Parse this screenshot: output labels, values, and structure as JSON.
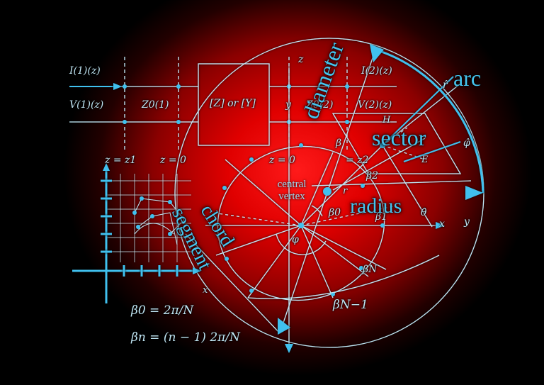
{
  "labels": {
    "arc": "arc",
    "sector": "sector",
    "radius": "radius",
    "diameter": "diameter",
    "chord": "chord",
    "segment": "segment",
    "central": "central",
    "vertex": "vertex"
  },
  "math": {
    "i1": "I(1)(z)",
    "v1": "V(1)(z)",
    "z01": "Z0(1)",
    "zy": "[Z] or [Y]",
    "y": "y",
    "z_top": "z",
    "z02": "Z0(2)",
    "i2": "I(2)(z)",
    "v2": "V(2)(z)",
    "z_eq_z1": "z = z1",
    "z_eq_0_left": "z = 0",
    "z_eq_0_mid": "z = 0",
    "z_eq_z2": "= z2",
    "beta2": "β2",
    "beta1": "β1",
    "beta0": "β0",
    "betaN": "βN",
    "betaN1": "βN−1",
    "beta_b": "β",
    "phi_mid": "φ",
    "x_right": "x",
    "y_right": "y",
    "x_left": "x",
    "r_hat": "r̂",
    "theta_hat": "θ̂",
    "phi_hat": "φ̂",
    "H": "H",
    "E": "E",
    "rvec": "r",
    "eq_b0": "β0 = 2π/N",
    "eq_bn": "βn = (n − 1) 2π/N"
  },
  "colors": {
    "line": "#bfe6f4",
    "accent": "#3fc0ee",
    "background_center": "#ff1a1a",
    "background_edge": "#000000"
  }
}
